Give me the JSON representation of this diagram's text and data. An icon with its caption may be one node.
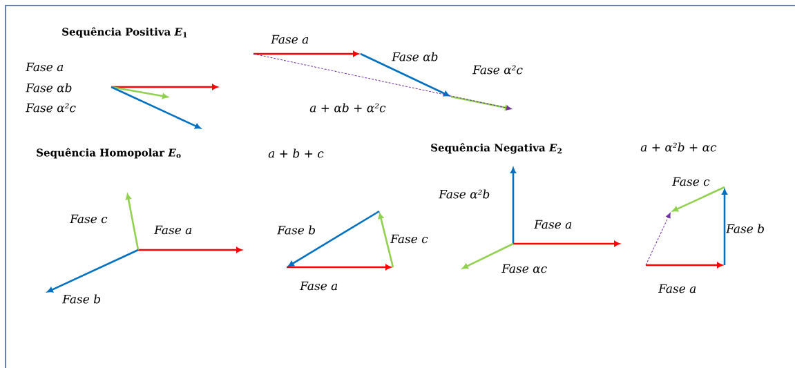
{
  "diagram": {
    "labels": [
      "**Sequência Positiva** *E*$_{1}$",
      "Fase a",
      "Fase a",
      "Fase αb",
      "Fase α²c",
      "Fase αb",
      "Fase α²c",
      "a + αb + α²c",
      "**Sequência Homopolar** *E*$_{o}$",
      "a + b + c",
      "**Sequência Negativa** *E*$_{2}$",
      "a + α²b + αc",
      "Fase c",
      "Fase α²b",
      "Fase c",
      "Fase a",
      "Fase b",
      "Fase a",
      "Fase b",
      "Fase c",
      "Fase αc",
      "Fase a",
      "Fase a",
      "Fase b"
    ]
  }
}
